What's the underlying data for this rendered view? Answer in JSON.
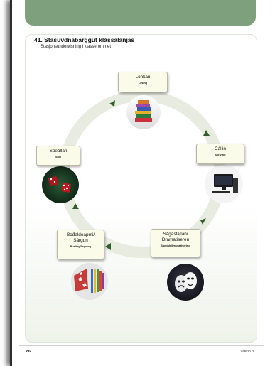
{
  "heading": {
    "title": "41. Stašuvdnabarggut klássalanjas",
    "subtitle": "Stasjonsundervisning i klasserommet"
  },
  "stations": [
    {
      "name": "Lohkan",
      "sub": "Lesing",
      "image": "books-icon"
    },
    {
      "name": "Čállin",
      "sub": "Skriving",
      "image": "computer-icon"
    },
    {
      "name": "Ságastallan/",
      "name2": "Dramatiseren",
      "sub": "Samtale/Dramatisering",
      "image": "theatre-masks-icon"
    },
    {
      "name": "Bođaldeapmi/",
      "name2": "Sárgun",
      "sub": "Pusling/Tegning",
      "image": "puzzle-pencils-icon"
    },
    {
      "name": "Speallan",
      "sub": "Spill",
      "image": "dice-icon"
    }
  ],
  "footer": {
    "page_number": "86",
    "publisher": "vákkin 3"
  },
  "colors": {
    "header_band": "#7fa07d",
    "arrow": "#2f5f2c",
    "box_fill": "#fbfbe9"
  }
}
